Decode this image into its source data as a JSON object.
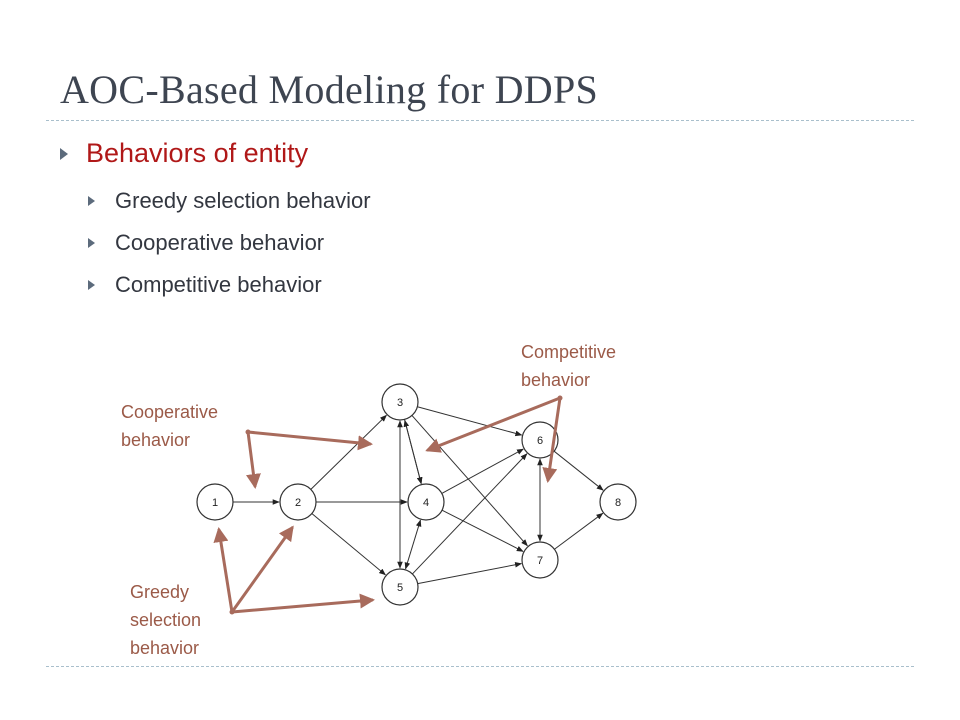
{
  "slide": {
    "title": "AOC-Based Modeling for DDPS",
    "bullet": "Behaviors of entity",
    "sub_bullets": [
      "Greedy selection behavior",
      "Cooperative behavior",
      "Competitive behavior"
    ]
  },
  "diagram": {
    "nodes": [
      "1",
      "2",
      "3",
      "4",
      "5",
      "6",
      "7",
      "8"
    ],
    "edges": [
      [
        "1",
        "2"
      ],
      [
        "2",
        "3"
      ],
      [
        "2",
        "4"
      ],
      [
        "2",
        "5"
      ],
      [
        "3",
        "4"
      ],
      [
        "3",
        "6"
      ],
      [
        "3",
        "7"
      ],
      [
        "4",
        "6"
      ],
      [
        "4",
        "7"
      ],
      [
        "5",
        "6"
      ],
      [
        "5",
        "7"
      ],
      [
        "6",
        "8"
      ],
      [
        "7",
        "8"
      ]
    ],
    "bidirectional": [
      [
        "3",
        "4"
      ],
      [
        "4",
        "5"
      ],
      [
        "3",
        "5"
      ],
      [
        "6",
        "7"
      ]
    ],
    "callouts": {
      "cooperative": [
        "Cooperative",
        "behavior"
      ],
      "competitive": [
        "Competitive",
        "behavior"
      ],
      "greedy": [
        "Greedy",
        "selection",
        "behavior"
      ]
    }
  },
  "colors": {
    "title": "#3e4551",
    "bullet": "#b01818",
    "callout": "#9b5a48",
    "rule": "#a9bfcc"
  }
}
